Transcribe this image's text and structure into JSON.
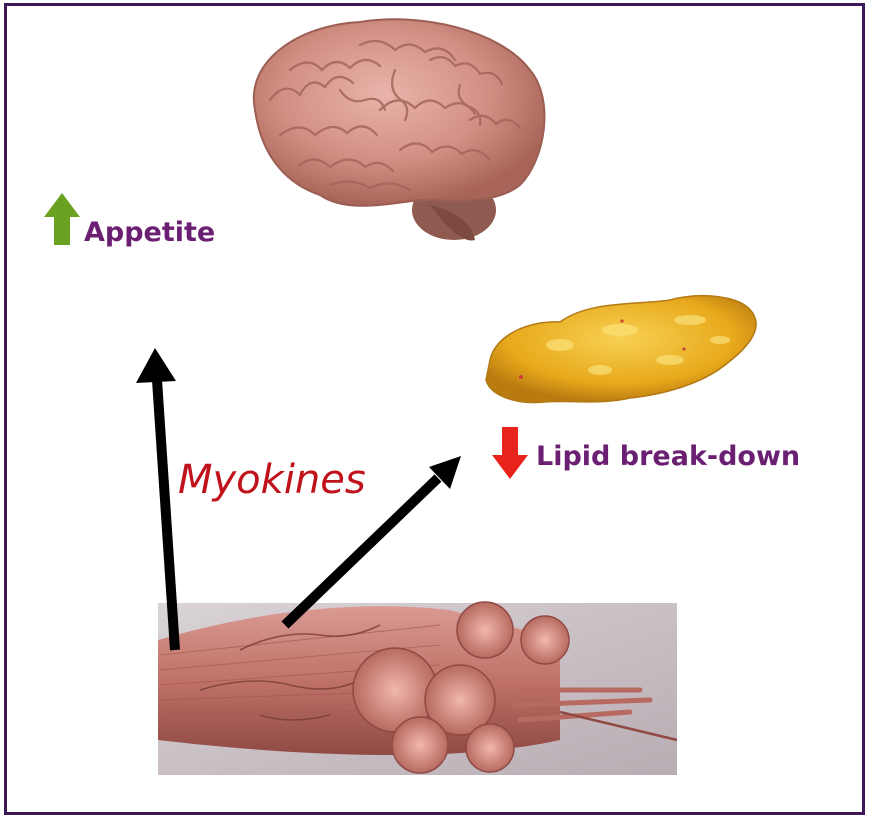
{
  "labels": {
    "appetite": "Appetite",
    "lipid": "Lipid break-down",
    "myokines": "Myokines"
  },
  "indicators": {
    "appetite_direction": "up",
    "lipid_direction": "down"
  },
  "colors": {
    "frame_border": "#3d1858",
    "label_text": "#6b1f72",
    "myokines_text": "#c0121a",
    "arrow_up": "#6aa121",
    "arrow_down": "#e8231c",
    "connector_arrow": "#000000"
  },
  "images": {
    "top": "brain",
    "right": "adipose-tissue",
    "bottom": "muscle-fiber-bundle"
  }
}
